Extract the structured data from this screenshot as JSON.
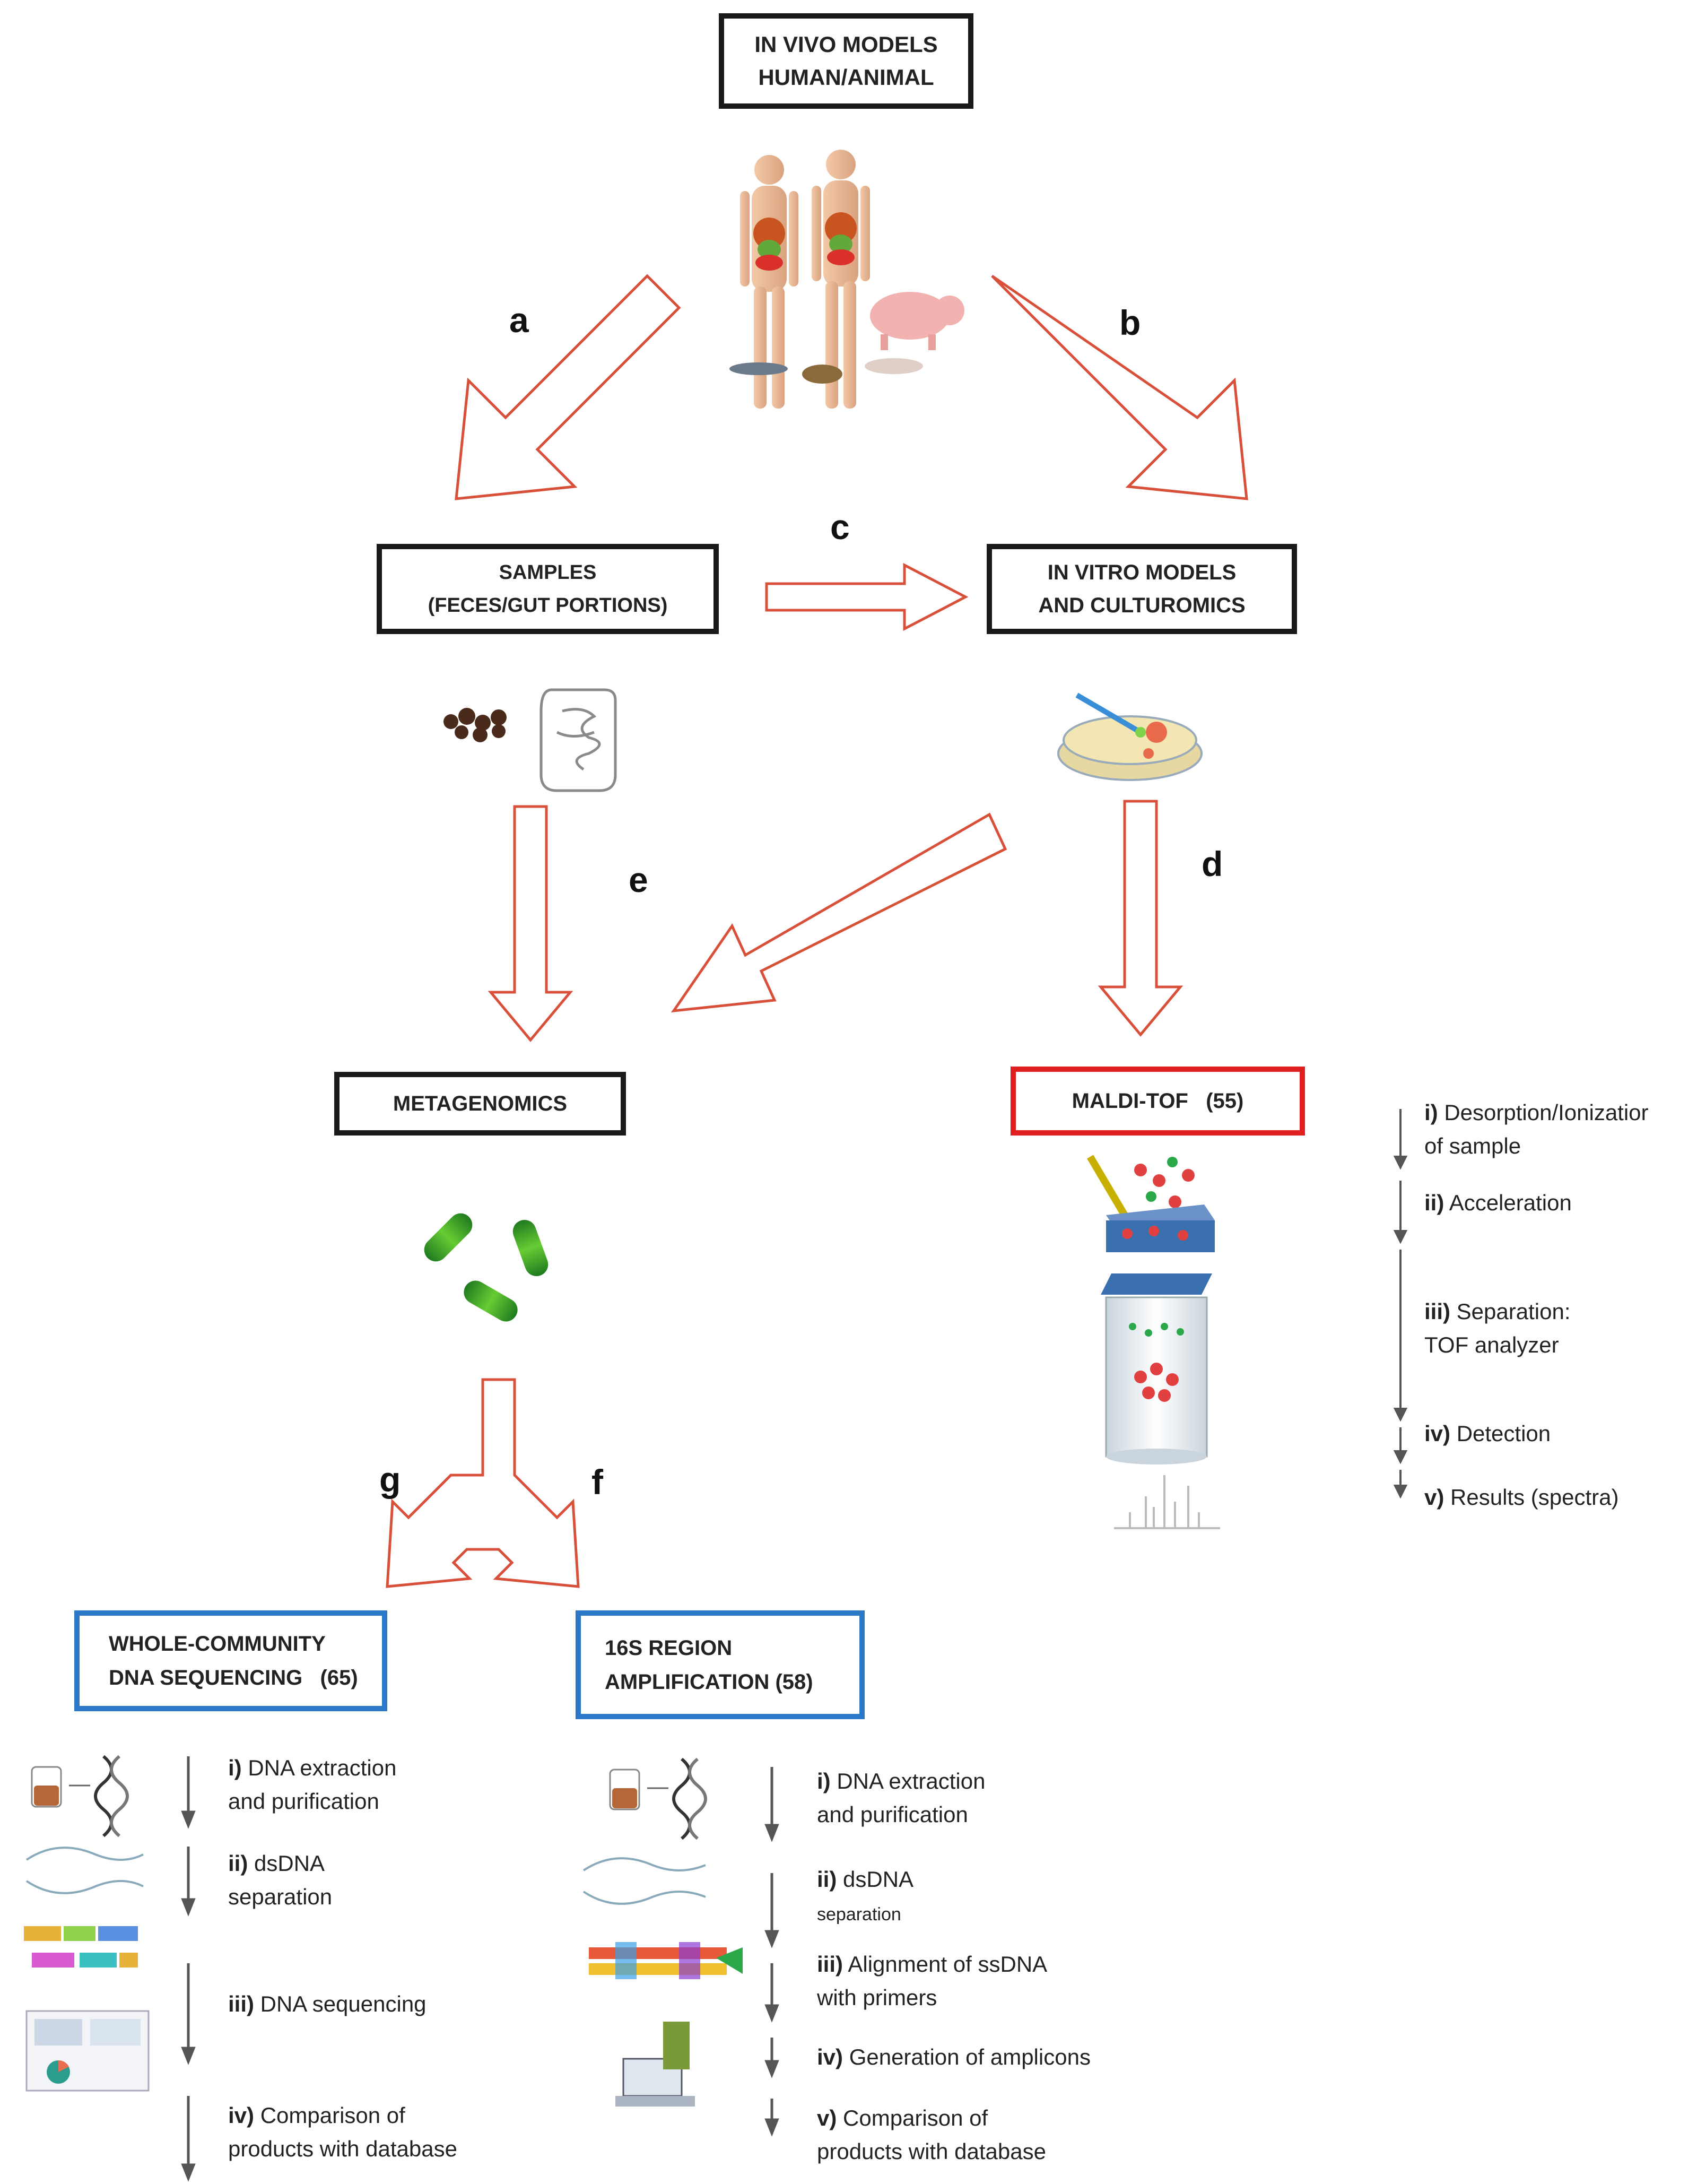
{
  "letters": {
    "a": "a",
    "b": "b",
    "c": "c",
    "d": "d",
    "e": "e",
    "f": "f",
    "g": "g"
  },
  "boxes": {
    "in_vivo": {
      "line1": "IN VIVO MODELS",
      "line2": "HUMAN/ANIMAL"
    },
    "samples": {
      "line1": "SAMPLES",
      "line2": "(FECES/GUT PORTIONS)"
    },
    "in_vitro": {
      "line1": "IN VITRO MODELS",
      "line2": "AND CULTUROMICS"
    },
    "metagenomics": {
      "line1": "METAGENOMICS"
    },
    "maldi": {
      "line1": "MALDI-TOF   (55)"
    },
    "wcs": {
      "line1": "WHOLE-COMMUNITY",
      "line2": "DNA SEQUENCING   (65)"
    },
    "amp16s": {
      "line1": "16S REGION",
      "line2": "AMPLIFICATION (58)"
    }
  },
  "maldi_steps": [
    {
      "num": "i)",
      "text": "Desorption/Ionizatior",
      "text2": "of sample"
    },
    {
      "num": "ii)",
      "text": "Acceleration"
    },
    {
      "num": "iii)",
      "text": "Separation:",
      "text2": "TOF analyzer"
    },
    {
      "num": "iv)",
      "text": "Detection"
    },
    {
      "num": "v)",
      "text": "Results (spectra)"
    }
  ],
  "wcs_steps": [
    {
      "num": "i)",
      "text": "DNA extraction",
      "text2": "and purification"
    },
    {
      "num": "ii)",
      "text": "dsDNA",
      "text2": "separation"
    },
    {
      "num": "iii)",
      "text": "DNA sequencing"
    },
    {
      "num": "iv)",
      "text": "Comparison of",
      "text2": "products with database"
    }
  ],
  "amp_steps": [
    {
      "num": "i)",
      "text": "DNA extraction",
      "text2": "and purification"
    },
    {
      "num": "ii)",
      "text": "dsDNA",
      "text2": "separation"
    },
    {
      "num": "iii)",
      "text": "Alignment of ssDNA",
      "text2": "with primers"
    },
    {
      "num": "iv)",
      "text": "Generation of amplicons"
    },
    {
      "num": "v)",
      "text": "Comparison of",
      "text2": "products with database"
    }
  ],
  "colors": {
    "arrow": "#d9503a",
    "box_black": "#1a1a1a",
    "box_red": "#e02020",
    "box_blue": "#2b78c8"
  }
}
